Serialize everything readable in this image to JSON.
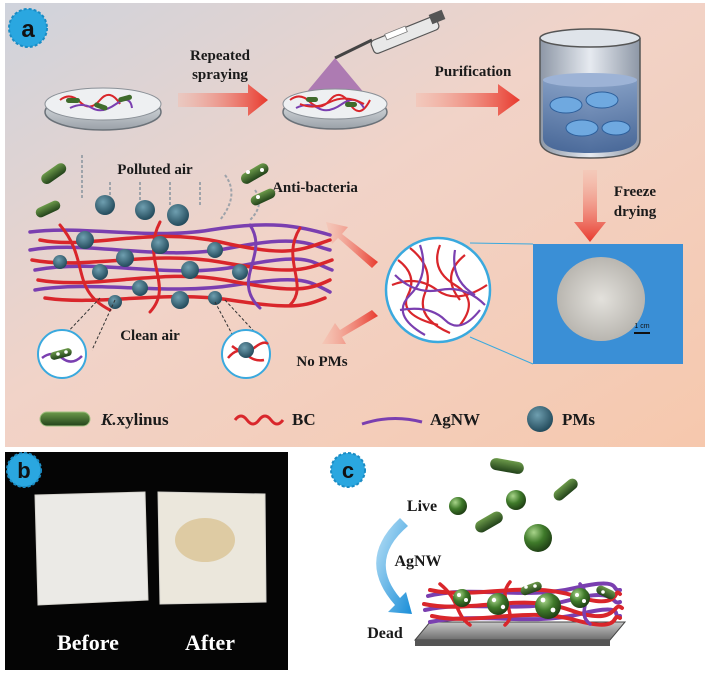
{
  "panels": {
    "a": {
      "badge": "a",
      "labels": {
        "repeated_spraying_1": "Repeated",
        "repeated_spraying_2": "spraying",
        "purification": "Purification",
        "freeze_drying_1": "Freeze",
        "freeze_drying_2": "drying",
        "polluted_air": "Polluted air",
        "anti_bacteria": "Anti-bacteria",
        "clean_air": "Clean air",
        "no_pms": "No PMs",
        "scale_bar": "1 cm"
      },
      "legend": {
        "k_xylinus_italic": "K.",
        "k_xylinus_rest": "xylinus",
        "bc": "BC",
        "agnw": "AgNW",
        "pms": "PMs"
      }
    },
    "b": {
      "badge": "b",
      "before": "Before",
      "after": "After"
    },
    "c": {
      "badge": "c",
      "live": "Live",
      "agnw": "AgNW",
      "dead": "Dead"
    }
  },
  "colors": {
    "badge": "#2aa7e0",
    "arrow_red": "#e8453c",
    "bc_fiber": "#d9262b",
    "agnw_fiber": "#7a3fb0",
    "bacteria": "#3f6b2c",
    "pm": "#2f6173",
    "circle_outline": "#3aa9de",
    "curved_arrow": "#2a9ee0"
  }
}
